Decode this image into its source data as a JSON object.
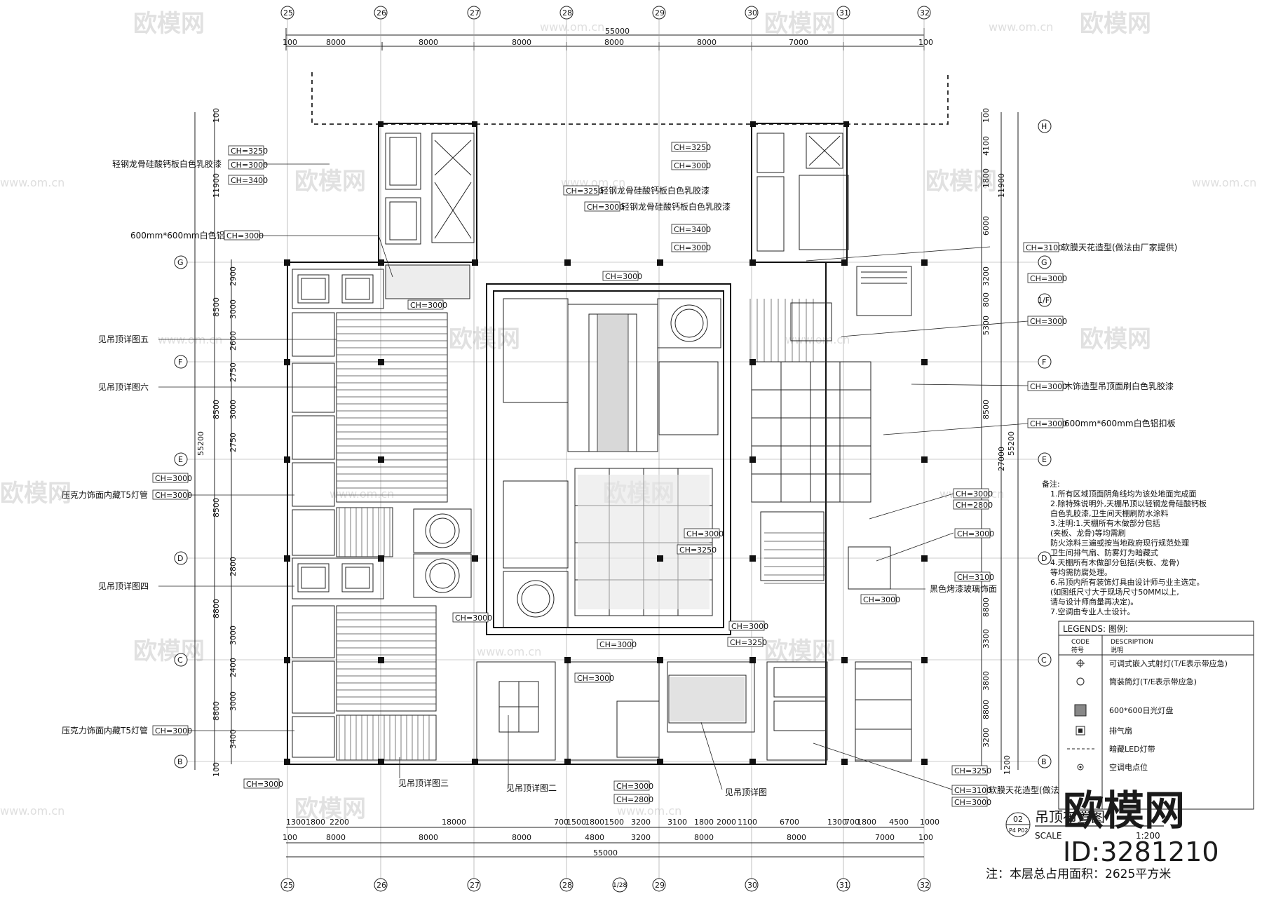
{
  "grid_columns_top": [
    "25",
    "26",
    "27",
    "28",
    "29",
    "30",
    "31",
    "32"
  ],
  "grid_columns_bottom": [
    "25",
    "26",
    "27",
    "28",
    "1/28",
    "29",
    "30",
    "31",
    "32"
  ],
  "grid_rows_left": [
    "G",
    "F",
    "E",
    "D",
    "C",
    "B"
  ],
  "grid_rows_right": [
    "H",
    "G",
    "1/F",
    "F",
    "E",
    "D",
    "C",
    "B"
  ],
  "top_dims": {
    "overall": "55000",
    "segments": [
      "100",
      "8000",
      "8000",
      "8000",
      "8000",
      "8000",
      "7000",
      "100"
    ]
  },
  "bottom_dims": {
    "row1": [
      "1300",
      "1800",
      "2200",
      "18000",
      "700",
      "1500",
      "1800",
      "1500",
      "3200",
      "3100",
      "1800",
      "2000",
      "1100",
      "6700",
      "1300",
      "700",
      "1800",
      "4500",
      "1000"
    ],
    "row2": [
      "100",
      "8000",
      "8000",
      "8000",
      "4800",
      "3200",
      "8000",
      "8000",
      "7000",
      "100"
    ],
    "overall": "55000"
  },
  "left_dims": {
    "overall": "55200",
    "top": [
      "100",
      "11900"
    ],
    "outer": [
      "8500",
      "8500",
      "8500",
      "8800",
      "8800"
    ],
    "inner": [
      "2900",
      "3000",
      "2600",
      "2750",
      "3000",
      "2750",
      "2800",
      "3000",
      "2400",
      "3000",
      "3400"
    ],
    "bottom": [
      "100"
    ]
  },
  "right_dims": {
    "overall": "55200",
    "top": [
      "100",
      "11900"
    ],
    "upper": [
      "4100",
      "1800",
      "6000",
      "3200",
      "800",
      "5300"
    ],
    "mid": [
      "27000",
      "8500",
      "8800",
      "8800"
    ],
    "lower": [
      "3300",
      "3800",
      "3200",
      "1200"
    ]
  },
  "left_labels": [
    "轻钢龙骨硅酸钙板白色乳胶漆",
    "600mm*600mm白色铝扣板",
    "见吊顶详图五",
    "见吊顶详图六",
    "压克力饰面内藏T5灯管",
    "见吊顶详图四",
    "压克力饰面内藏T5灯管"
  ],
  "center_labels": [
    "轻钢龙骨硅酸钙板白色乳胶漆",
    "轻钢龙骨硅酸钙板白色乳胶漆"
  ],
  "right_labels": [
    "软膜天花造型(做法由厂家提供)",
    "木饰造型吊顶面刷白色乳胶漆",
    "600mm*600mm白色铝扣板",
    "黑色烤漆玻璃饰面",
    "软膜天花造型(做法由厂家提供)"
  ],
  "bottom_labels": [
    "见吊顶详图三",
    "见吊顶详图二",
    "见吊顶详图"
  ],
  "ch_tags": [
    "CH=3250",
    "CH=3000",
    "CH=3400",
    "CH=3100",
    "CH=2800"
  ],
  "notes": {
    "title": "备注:",
    "items": [
      "1.所有区域顶面阴角线均为该处地面完成面",
      "2.除特殊说明外,天棚吊顶以轻钢龙骨硅酸钙板",
      "  白色乳胶漆,卫生间天棚刷防水涂料",
      "3.注明:1.天棚所有木做部分包括",
      "  (夹板、龙骨)等均需刷",
      "  防火涂料三遍或按当地政府现行规范处理",
      "  卫生间排气扇、防雾灯为暗藏式",
      "4.天棚所有木做部分包括(夹板、龙骨)",
      "  等均需防腐处理。",
      "6.吊顶内所有装饰灯具由设计师与业主选定。",
      "  (如图纸尺寸大于现场尺寸50MM以上,",
      "  请与设计师商量再决定)。",
      "7.空调由专业人士设计。"
    ]
  },
  "legend": {
    "title": "LEGENDS: 图例:",
    "col_code": "CODE",
    "col_desc": "DESCRIPTION",
    "col_desc_cn": "说明",
    "col_code_cn": "符号",
    "rows": [
      {
        "icon": "spot-light-icon",
        "text": "可调式嵌入式射灯(T/E表示带应急)"
      },
      {
        "icon": "down-light-icon",
        "text": "筒装筒灯(T/E表示带应急)"
      },
      {
        "icon": "grid-light-panel-icon",
        "text": "600*600日光灯盘"
      },
      {
        "icon": "exhaust-fan-icon",
        "text": "排气扇"
      },
      {
        "icon": "led-strip-icon",
        "text": "暗藏LED灯带"
      },
      {
        "icon": "sprinkler-point-icon",
        "text": "空调电点位"
      }
    ]
  },
  "title_block": {
    "ref_top": "02",
    "ref_bottom": "P4 P02",
    "title": "吊顶布置图",
    "scale_label": "SCALE",
    "scale_value": "1:200"
  },
  "footer_note": "注：本层总占用面积：2625平方米",
  "watermark": {
    "brand": "欧模网",
    "url": "www.om.cn",
    "id_text": "ID:3281210"
  },
  "colors": {
    "line": "#1a1a1a",
    "grid": "#555555",
    "watermark": "#c9c9c9"
  }
}
